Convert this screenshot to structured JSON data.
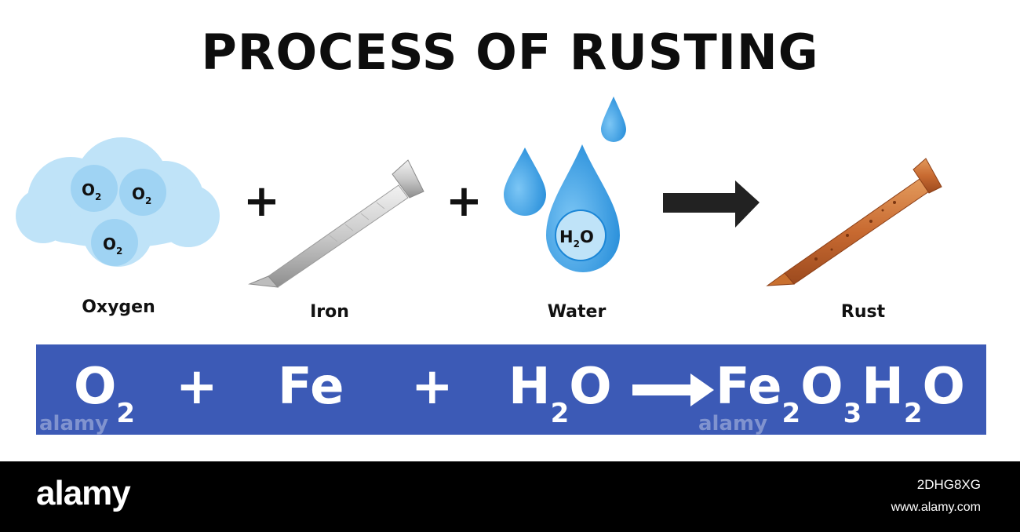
{
  "title": "PROCESS OF RUSTING",
  "items": {
    "oxygen": {
      "label": "Oxygen",
      "molecule": "O",
      "molecule_sub": "2"
    },
    "iron": {
      "label": "Iron"
    },
    "water": {
      "label": "Water",
      "molecule_a": "H",
      "molecule_sub": "2",
      "molecule_b": "O"
    },
    "rust": {
      "label": "Rust"
    }
  },
  "operators": {
    "plus": "+"
  },
  "equation": {
    "o2": {
      "main": "O",
      "sub": "2"
    },
    "plus1": "+",
    "fe": "Fe",
    "plus2": "+",
    "h2o": {
      "a": "H",
      "sub": "2",
      "b": "O"
    },
    "product": {
      "fe": "Fe",
      "sub1": "2",
      "o": "O",
      "sub2": "3",
      "h": "H",
      "sub3": "2",
      "o2": "O"
    }
  },
  "watermark": {
    "logo": "alamy",
    "image_id": "2DHG8XG",
    "url": "www.alamy.com"
  },
  "colors": {
    "cloud": "#bfe3f8",
    "molecule": "#9fd3f3",
    "drop": "#1d8fe0",
    "arrow": "#222222",
    "band": "#3c5ab6",
    "rust": "#c96a33",
    "iron": "#c8c8c8"
  }
}
